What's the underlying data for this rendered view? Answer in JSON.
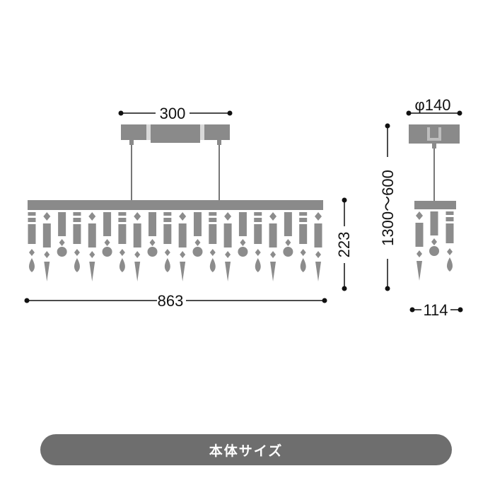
{
  "front_view": {
    "width_label": "863",
    "height_label": "223",
    "canopy_width_label": "300"
  },
  "side_view": {
    "canopy_diameter_label": "φ140",
    "drop_length_label": "1300〜600",
    "depth_label": "114"
  },
  "caption": {
    "text": "本体サイズ"
  },
  "colors": {
    "line": "#111111",
    "metal": "#8a8a8a",
    "metal_light": "#bdbdbd",
    "crystal": "#8c8c8c",
    "caption_bg": "#6e6e6e"
  }
}
